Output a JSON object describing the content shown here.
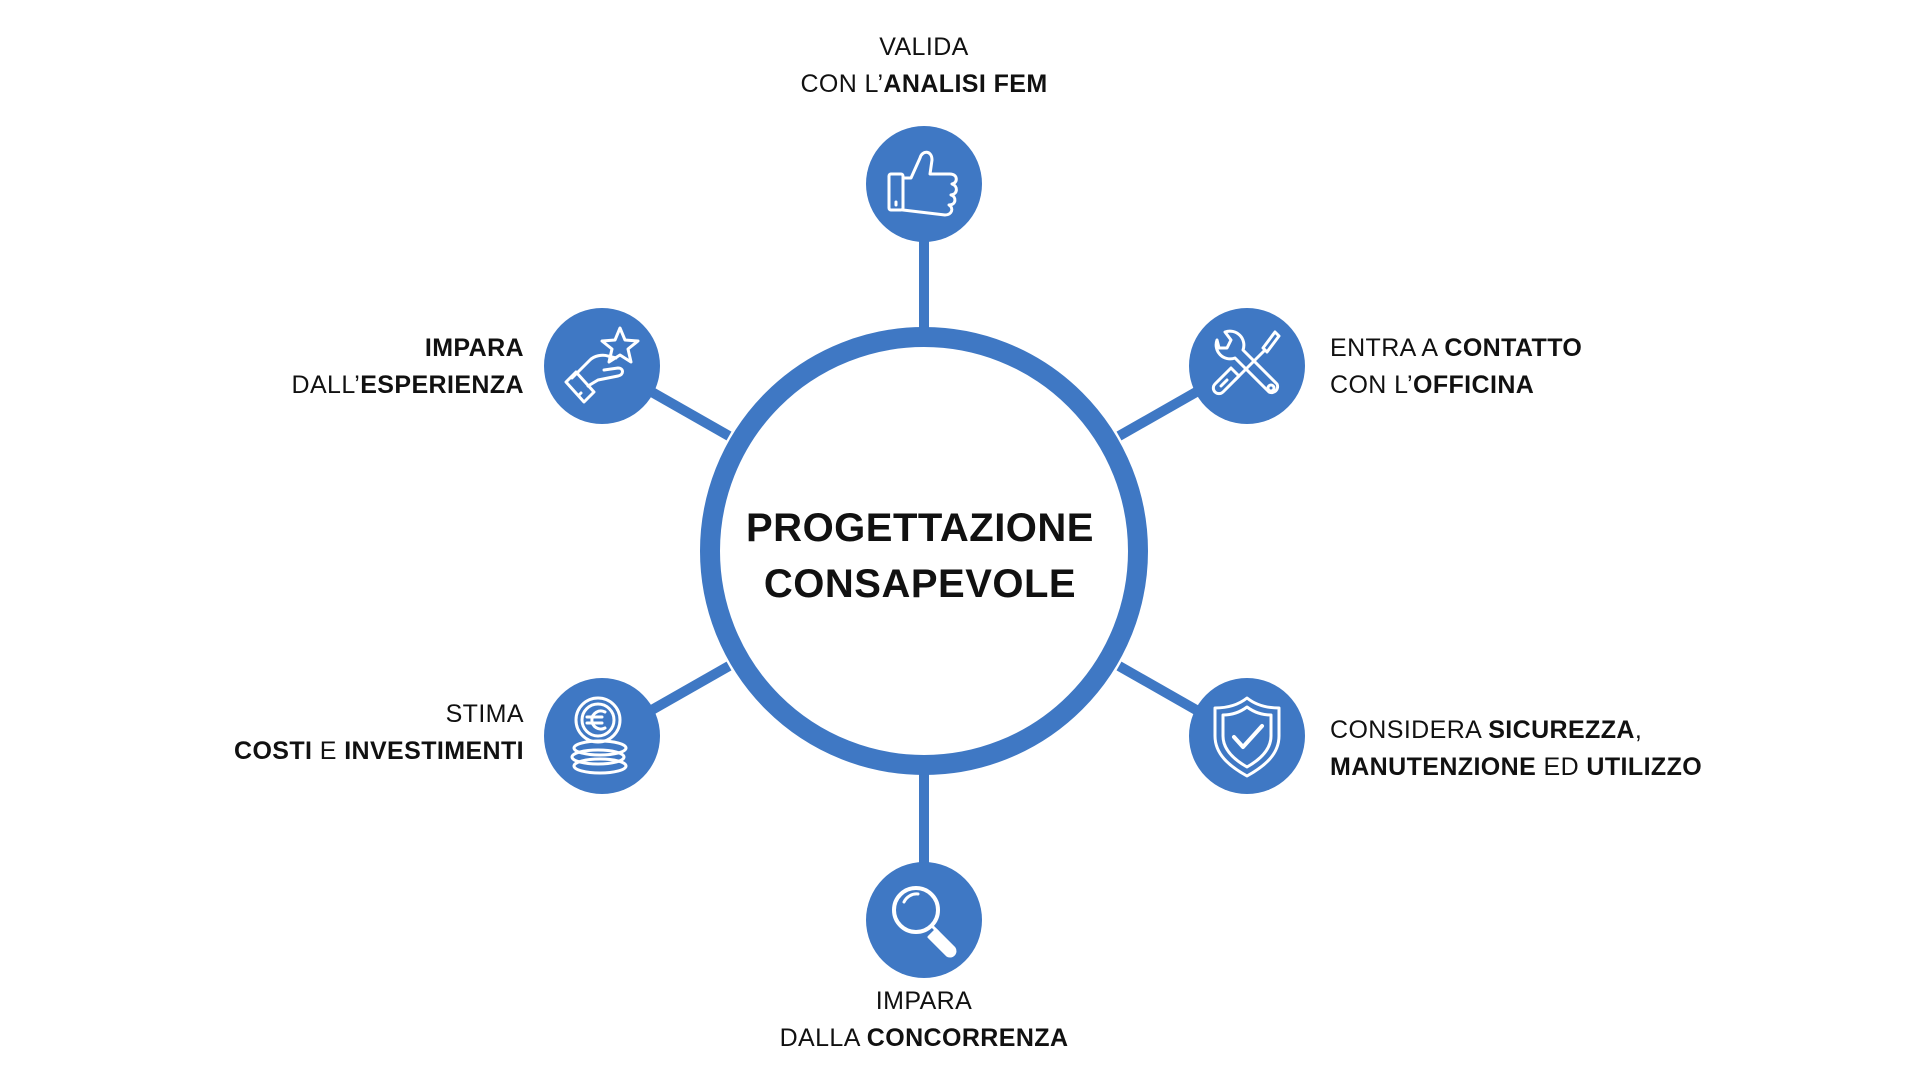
{
  "colors": {
    "accent": "#3f78c4",
    "icon_stroke": "#ffffff",
    "text": "#111111",
    "background": "#ffffff"
  },
  "hub": {
    "lines": [
      "PROGETTAZIONE",
      "CONSAPEVOLE"
    ]
  },
  "nodes": [
    {
      "id": "top",
      "icon": "thumbs-up-icon",
      "lines": [
        [
          {
            "t": "VALIDA",
            "b": false
          }
        ],
        [
          {
            "t": "CON L’",
            "b": false
          },
          {
            "t": "ANALISI FEM",
            "b": true
          }
        ]
      ]
    },
    {
      "id": "upper-right",
      "icon": "tools-icon",
      "lines": [
        [
          {
            "t": "ENTRA A ",
            "b": false
          },
          {
            "t": "CONTATTO",
            "b": true
          }
        ],
        [
          {
            "t": "CON L’",
            "b": false
          },
          {
            "t": "OFFICINA",
            "b": true
          }
        ]
      ]
    },
    {
      "id": "lower-right",
      "icon": "shield-check-icon",
      "lines": [
        [
          {
            "t": "CONSIDERA ",
            "b": false
          },
          {
            "t": "SICUREZZA",
            "b": true
          },
          {
            "t": ",",
            "b": false
          }
        ],
        [
          {
            "t": "MANUTENZIONE",
            "b": true
          },
          {
            "t": " ED ",
            "b": false
          },
          {
            "t": "UTILIZZO",
            "b": true
          }
        ]
      ]
    },
    {
      "id": "bottom",
      "icon": "magnifier-icon",
      "lines": [
        [
          {
            "t": "IMPARA",
            "b": false
          }
        ],
        [
          {
            "t": "DALLA ",
            "b": false
          },
          {
            "t": "CONCORRENZA",
            "b": true
          }
        ]
      ]
    },
    {
      "id": "lower-left",
      "icon": "coins-euro-icon",
      "lines": [
        [
          {
            "t": "STIMA",
            "b": false
          }
        ],
        [
          {
            "t": "COSTI",
            "b": true
          },
          {
            "t": " E ",
            "b": false
          },
          {
            "t": "INVESTIMENTI",
            "b": true
          }
        ]
      ]
    },
    {
      "id": "upper-left",
      "icon": "hand-star-icon",
      "lines": [
        [
          {
            "t": "IMPARA",
            "b": true
          }
        ],
        [
          {
            "t": "DALL’",
            "b": false
          },
          {
            "t": "ESPERIENZA",
            "b": true
          }
        ]
      ]
    }
  ]
}
